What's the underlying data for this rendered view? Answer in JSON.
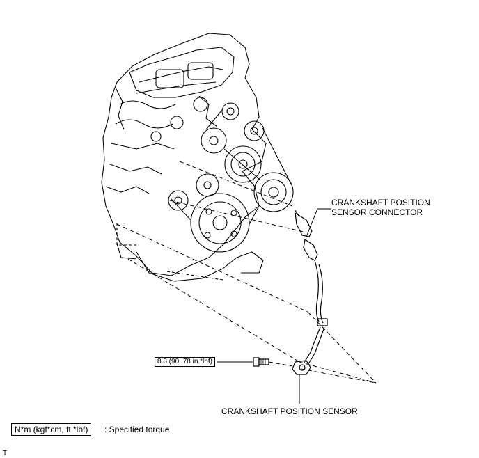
{
  "labels": {
    "connector_line1": "CRANKSHAFT POSITION",
    "connector_line2": "SENSOR CONNECTOR",
    "sensor": "CRANKSHAFT POSITION SENSOR",
    "torque_value": "8.8 (90, 78 in.*lbf)",
    "legend_box": "N*m (kgf*cm, ft.*lbf)",
    "legend_text": ": Specified torque",
    "corner_code": "T"
  },
  "icons": {
    "engine": "engine-assembly-illustration",
    "sensor": "crankshaft-position-sensor-illustration",
    "bolt": "bolt-icon"
  },
  "colors": {
    "line": "#000000",
    "background": "#ffffff"
  }
}
